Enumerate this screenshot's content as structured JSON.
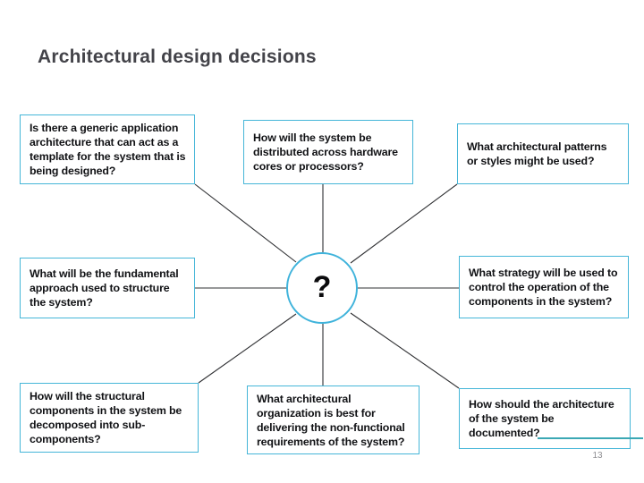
{
  "slide": {
    "title": "Architectural design decisions",
    "page_number": "13",
    "accent_color": "#45b6d8",
    "hub_border_color": "#3fb3db",
    "connector_color": "#2f3033",
    "title_color": "#434349",
    "footer_rule_color": "#3ba8b4",
    "background_color": "#ffffff"
  },
  "hub": {
    "symbol": "?",
    "name": "central-question-hub"
  },
  "boxes": [
    {
      "id": "top-left",
      "text": "Is there a generic application architecture that can act as a template for the system that is being designed?"
    },
    {
      "id": "top-center",
      "text": "How will the system be distributed across hardware cores or processors?"
    },
    {
      "id": "top-right",
      "text": "What architectural patterns or styles might be used?"
    },
    {
      "id": "mid-left",
      "text": "What will be the fundamental approach used to structure the system?"
    },
    {
      "id": "mid-right",
      "text": "What strategy will be used to control the operation of the components in the system?"
    },
    {
      "id": "bottom-left",
      "text": "How will the structural components in the system be decomposed into sub-components?"
    },
    {
      "id": "bottom-center",
      "text": "What architectural organization is best for delivering the non-functional requirements of the system?"
    },
    {
      "id": "bottom-right",
      "text": "How should the architecture of the system be documented?"
    }
  ]
}
